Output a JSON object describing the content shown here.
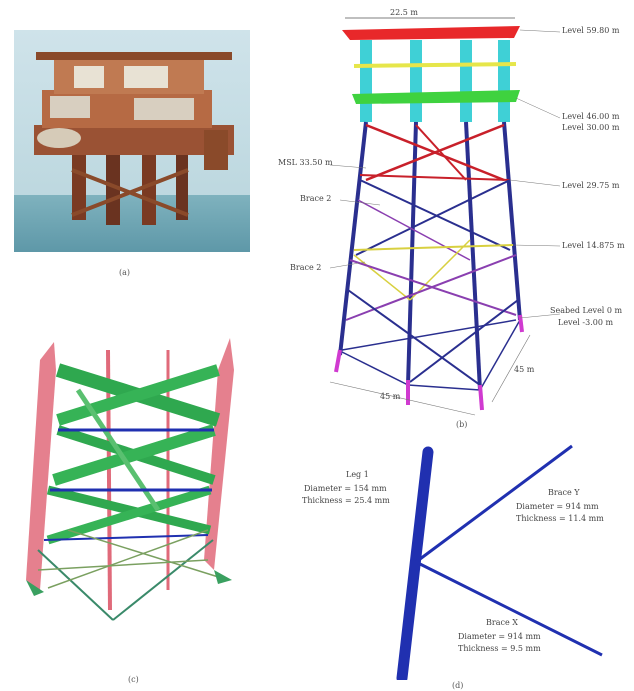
{
  "captions": {
    "a": "(a)",
    "b": "(b)",
    "c": "(c)",
    "d": "(d)"
  },
  "panel_b": {
    "top_dim": "22.5 m",
    "levels": {
      "top": "Level 59.80 m",
      "l2": "Level 46.00 m",
      "l3": "Level 30.00 m",
      "l4": "Level 29.75 m",
      "l5": "Level 14.875 m",
      "mudline": "Seabed Level 0 m",
      "pile": "Level -3.00 m"
    },
    "left": {
      "msl": "MSL 33.50 m",
      "brace1": "Brace 2",
      "brace2": "Brace 2"
    },
    "base_dims": {
      "front": "45 m",
      "side": "45 m"
    }
  },
  "panel_d": {
    "leg": {
      "title": "Leg 1",
      "diameter": "Diameter = 154 mm",
      "thickness": "Thickness = 25.4 mm"
    },
    "brace_y": {
      "title": "Brace Y",
      "diameter": "Diameter = 914 mm",
      "thickness": "Thickness = 11.4 mm"
    },
    "brace_x": {
      "title": "Brace X",
      "diameter": "Diameter = 914 mm",
      "thickness": "Thickness = 9.5 mm"
    }
  },
  "colors": {
    "deck_red": "#e8282a",
    "deck_cyan": "#3fd0d6",
    "deck_yellow": "#e6e64a",
    "deck_green": "#3fd23f",
    "leg_blue": "#2a2f8f",
    "brace_red": "#c8202a",
    "brace_yellow": "#d8d040",
    "brace_purple": "#8a3fb0",
    "pile_magenta": "#d03ad0",
    "model_green": "#2fa84f",
    "model_pink": "#e06a7a",
    "member_blue": "#2030b0"
  }
}
